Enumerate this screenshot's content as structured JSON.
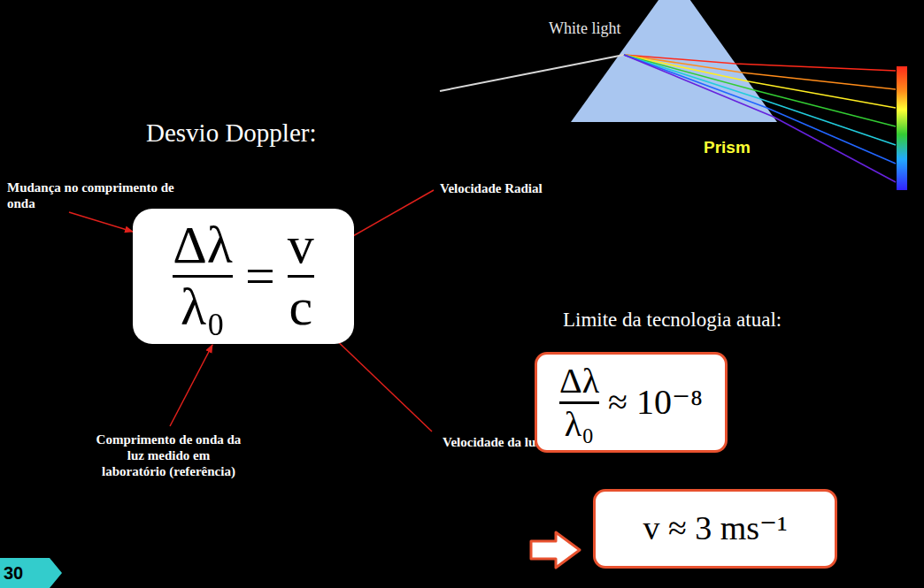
{
  "diagram": {
    "title": "Desvio Doppler:",
    "nodes": [
      {
        "text": [
          "Δλ",
          "λ₀",
          "=",
          "v",
          "c"
        ]
      },
      {
        "text": [
          "Δλ",
          "λ₀",
          "≈ 10⁻⁸"
        ]
      },
      {
        "text": [
          "v ≈ 3 ms⁻¹"
        ]
      },
      {
        "text": [
          "30"
        ]
      }
    ],
    "labels": [
      "White light",
      "Prism",
      "Mudança no comprimento de onda",
      "Velocidade Radial",
      "Comprimento de onda da luz medido em laboratório (referência)",
      "Velocidade da luz",
      "Limite da tecnologia atual:"
    ]
  }
}
